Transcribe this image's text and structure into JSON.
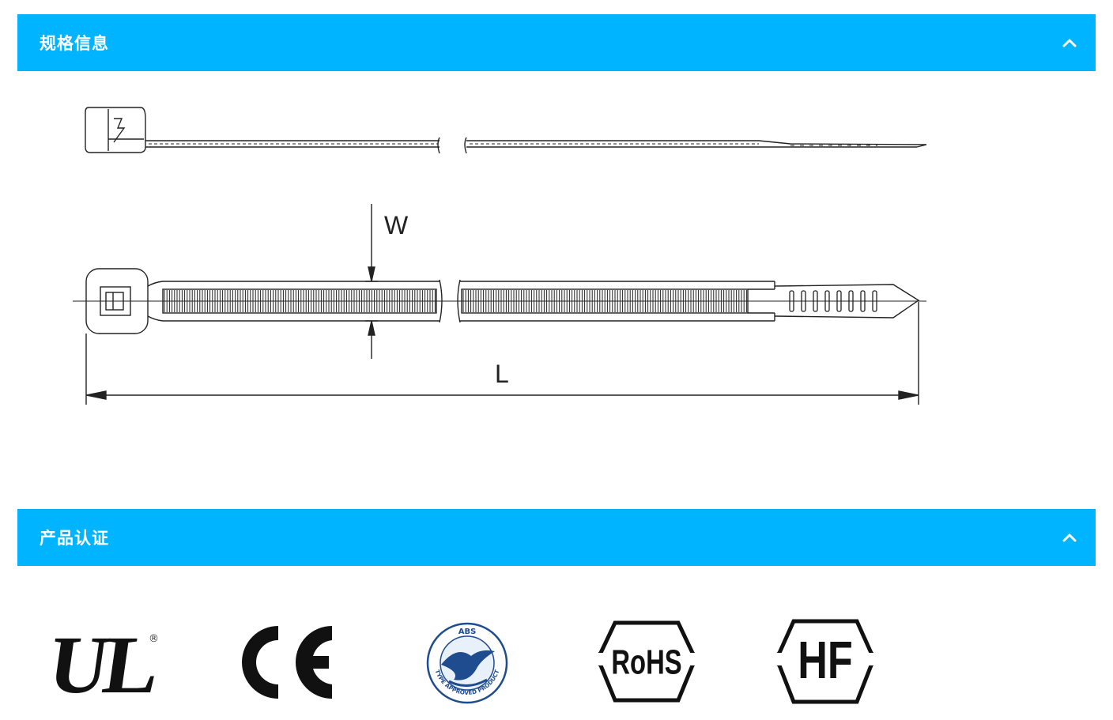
{
  "sections": {
    "spec": {
      "title": "规格信息",
      "toggle_icon": "chevron-up-icon",
      "expanded": true
    },
    "cert": {
      "title": "产品认证",
      "toggle_icon": "chevron-up-icon",
      "expanded": true
    }
  },
  "drawing": {
    "width_label": "W",
    "length_label": "L"
  },
  "certifications": {
    "ul": {
      "name": "ul-logo",
      "text": "UL",
      "registered": "®"
    },
    "ce": {
      "name": "ce-logo",
      "text": "CE"
    },
    "abs": {
      "name": "abs-logo",
      "top": "ABS",
      "ring": "TYPE APPROVED PRODUCT"
    },
    "rohs": {
      "name": "rohs-logo",
      "text": "RoHS"
    },
    "hf": {
      "name": "hf-logo",
      "text": "HF"
    }
  },
  "colors": {
    "header_bg": "#00b4ff",
    "header_text": "#ffffff",
    "line": "#222222"
  }
}
